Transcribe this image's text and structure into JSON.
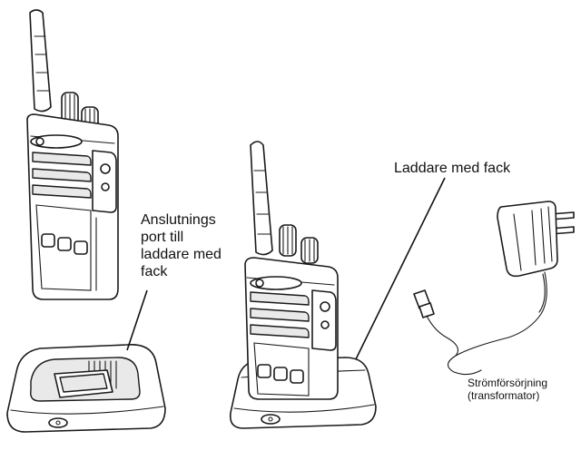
{
  "labels": {
    "charger_port": [
      "Anslutnings",
      "port till",
      "laddare med",
      "fack"
    ],
    "charger_cradle": "Laddare med fack",
    "power_supply": [
      "Strömförsörjning",
      "(transformator)"
    ]
  },
  "colors": {
    "line": "#1a1a1a",
    "fill": "#ffffff",
    "shade": "#e9e9e9"
  }
}
